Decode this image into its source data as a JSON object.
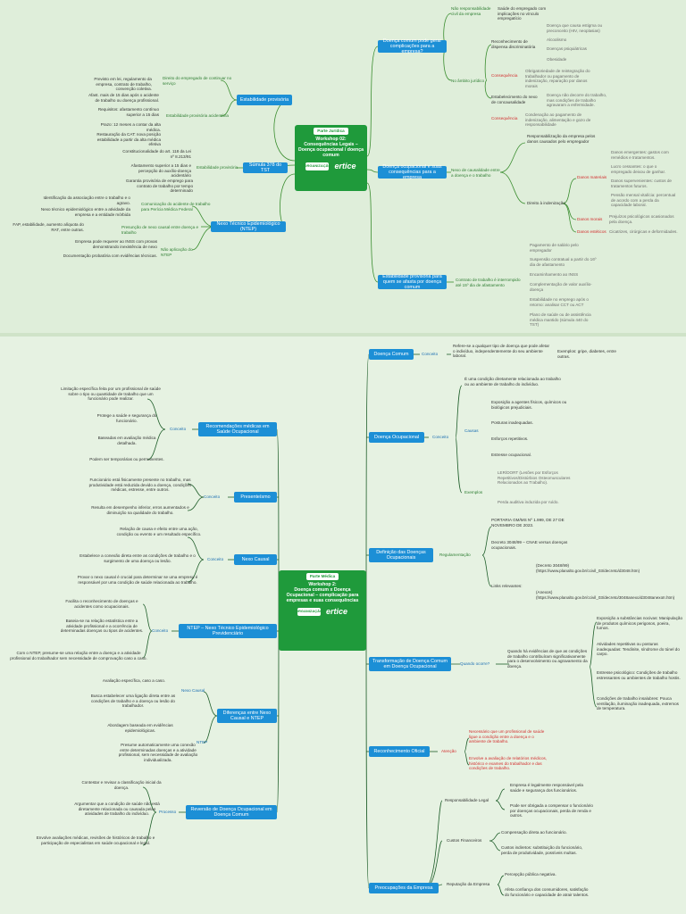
{
  "top": {
    "root": {
      "tag": "Parte Jurídica",
      "title": "Workshop 02:\nConsequências Legais – Doença ocupacional / doença comum",
      "brand": "ertice",
      "logo_text": "ORGANIZAÇÃO"
    },
    "branches": {
      "estabilidade": "Estabilidade provisória",
      "sumula": "Súmula 378 do TST",
      "ntep": "Nexo Técnico Epidemiológico (NTEP)",
      "comum": "Doença comum pode gerar complicações para a empresa?",
      "ocupacional": "Doença ocupacional e suas consequências para a empresa",
      "estab_prov": "Estabilidade provisória para quem se afasta por doença comum"
    },
    "left_items": {
      "direito_empregado": "Direito do empregado de continuar no serviço",
      "previsto": "Previsto em lei, regulamento da empresa, contrato de trabalho, convenção coletiva.",
      "estab_acidentaria": "Estabilidade provisória acidentária",
      "afast": "Afast. mais de 15 dias após o acidente de trabalho ou doença profissional.",
      "requisitos": "Requisitos: afastamento contínuo superior a 15 dias",
      "prazo": "Prazo: 12 meses a contar da alta médica.",
      "restauracao": "Restauração da CAT: nova posição estabilidade a partir da alta médica efetiva",
      "constitucionalidade": "Constitucionalidade do art. 118 da Lei nº 8.213/91",
      "estab_prov_l": "Estabilidade provisória",
      "afast_sup": "Afastamento superior a 15 dias e percepção do auxílio-doença acidentário",
      "garantia": "Garantia provisória de emprego para contrato de trabalho por tempo determinado",
      "comunicacao": "Comunicação do acidente de trabalho para Perícia Médica Federal",
      "identificacao": "Identificação da associação entre o trabalho e o agravo.",
      "nexo_tecnico": "Nexo técnico epidemiológico entre a atividade da empresa e a entidade mórbida",
      "presuncao": "Presunção de nexo causal entre doença e trabalho",
      "fap": "FAP, estabilidade, aumento alíquota do RAT, entre outras.",
      "nao_aplicacao": "Não aplicação do NTEP",
      "empresa_prova": "Empresa pode requerer ao INSS com provas demonstrando inexistência de nexo",
      "documentacao": "Documentação probatória com evidências técnicas."
    },
    "right_items": {
      "nao_resp": "Não responsabilidade civil da empresa",
      "saude": "Saúde do empregado com implicações no vínculo empregatício",
      "no_ambito": "No âmbito jurídico",
      "reconhecimento": "Reconhecimento de dispensa discriminatória",
      "doencas_estigma": "Doença que causa estigma ou preconceito (HIV, neoplasias)",
      "alcoolismo": "Alcoolismo",
      "doencas_psiq": "Doenças psiquiátricas",
      "obesidade": "Obesidade",
      "consequencia1": "Consequência",
      "obrigatoriedade": "Obrigatoriedade de reintegração do trabalhador ou pagamento de indenização, reparação por danos morais",
      "estabelecimento": "Estabelecimento do nexo de concausalidade",
      "doenca_agravada": "Doença não decorre do trabalho, mas condições de trabalho agravaram a enfermidade.",
      "consequencia2": "Consequência",
      "condenacao": "Condenação ao pagamento de indenização, alimentação e gozo de responsabilidade",
      "nexo_causal": "Nexo de causalidade entre a doença e o trabalho",
      "responsabilizacao": "Responsabilização da empresa pelos danos causados pelo empregador",
      "direito_indenizacao": "Direito à indenização",
      "danos_materiais": "Danos materiais",
      "despesas_medicas": "Danos emergentes: gastos com remédios e tratamentos.",
      "lucros_cessantes": "Lucro cessantes: o que o empregado deixou de ganhar.",
      "danos_superveniencia": "Danos supervenientes: custos de tratamentos futuros.",
      "pensao": "Pensão mensal vitalícia: percentual de acordo com a perda da capacidade laboral.",
      "danos_morais": "Danos morais",
      "prejuizos": "Prejuízos psicológicos ocasionados pela doença.",
      "danos_esteticos": "Danos estéticos",
      "cicatrizes": "Cicatrizes, cirúrgicas e deformidades.",
      "contrato_suspenso": "Contrato de trabalho é interrompido até 15º dia de afastamento",
      "pagamento_salario": "Pagamento de salário pelo empregador",
      "suspensao": "Suspensão contratual a partir do 16º dia de afastamento",
      "encaminhamento": "Encaminhamento ao INSS",
      "complementacao": "Complementação de valor auxílio-doença",
      "estabilidade_retorno": "Estabilidade no emprego após o retorno: analisar CCT ou ACT",
      "plano_saude": "Plano de saúde ou de assistência médica mantido (súmula 440 do TST)"
    }
  },
  "bottom": {
    "root": {
      "tag": "Parte Médica",
      "title": "Workshop 2:\nDoença comum x Doença Ocupacional – complicação para empresas e suas consequências",
      "brand": "ertice",
      "logo_text": "ORGANIZAÇÃO"
    },
    "left_branches": {
      "recomendacoes": "Recomendações médicas em Saúde Ocupacional",
      "presenteismo": "Presenteísmo",
      "nexo_causal": "Nexo Causal",
      "ntep": "NTEP – Nexo Técnico Epidemiológico Previdenciário",
      "diferencas": "Diferenças entre Nexo Causal e NTEP",
      "reversao": "Reversão de Doença Ocupacional em Doença Comum"
    },
    "left_connectors": {
      "conceito1": "Conceito",
      "conceito2": "Conceito",
      "conceito3": "Conceito",
      "conceito4": "Conceito",
      "nexo_causal_sub": "Nexo Causal",
      "ntep_sub": "NTEP",
      "processo": "Processo"
    },
    "left_texts": {
      "limitacao": "Limitação específica feita por um profissional de saúde sobre o tipo ou quantidade de trabalho que um funcionário pode realizar.",
      "protege": "Protege a saúde e segurança do funcionário.",
      "baseadas": "Baseadas em avaliação médica detalhada.",
      "podem_ser": "Podem ser temporárias ou permanentes.",
      "funcionario": "Funcionário está fisicamente presente no trabalho, mas produtividade está reduzida devido a doença, condições médicas, estresse, entre outros.",
      "resulta": "Resulta em desempenho inferior, erros aumentados e diminuição na qualidade do trabalho.",
      "relacao": "Relação de causa e efeito entre uma ação, condição ou evento e um resultado específico.",
      "estabelece": "Estabelece a conexão direta entre as condições de trabalho e o surgimento de uma doença ou lesão.",
      "provar": "Provar o nexo causal é crucial para determinar se uma empresa é responsável por uma condição de saúde relacionada ao trabalho.",
      "facilita": "Facilita o reconhecimento de doenças e acidentes como ocupacionais.",
      "baseia": "Baseia-se na relação estatística entre a atividade profissional e a ocorrência de determinadas doenças ou tipos de acidentes.",
      "com_ntep": "Com o NTEP, presume-se uma relação entre a doença e a atividade profissional do trabalhador sem necessidade de comprovação caso a caso.",
      "avaliacao": "Avaliação específica, caso a caso.",
      "busca": "Busca estabelecer uma ligação direta entre as condições de trabalho e a doença ou lesão do trabalhador.",
      "abordagem": "Abordagem baseada em evidências epidemiológicas.",
      "presume": "Presume automaticamente uma conexão entre determinadas doenças e a atividade profissional, sem necessidade de avaliação individualizada.",
      "contestar": "Contestar e revisar a classificação inicial da doença.",
      "argumentar": "Argumentar que a condição de saúde não está diretamente relacionada ou causada pelas atividades de trabalho do indivíduo.",
      "envolve": "Envolve avaliações médicas, revisões de históricos de trabalho e participação de especialistas em saúde ocupacional e legal."
    },
    "right_branches": {
      "doenca_comum": "Doença Comum",
      "doenca_ocupacional": "Doença Ocupacional",
      "definicao": "Definição das Doenças Ocupacionais",
      "transformacao": "Transformação de Doença Comum em Doença Ocupacional",
      "reconhecimento": "Reconhecimento Oficial",
      "preocupacoes": "Preocupações da Empresa"
    },
    "right_connectors": {
      "conceito_dc": "Conceito",
      "conceito_do": "Conceito",
      "causas": "Causas",
      "exemplos": "Exemplos",
      "regulamentacao": "Regulamentação",
      "quando": "Quando ocorre?",
      "atencao": "Atenção",
      "responsabilidade": "Responsabilidade Legal",
      "custos": "Custos Financeiros",
      "reputacao": "Reputação da Empresa"
    },
    "right_texts": {
      "refere": "Refere-se a qualquer tipo de doença que pode afetar o indivíduo, independentemente do seu ambiente laboral.",
      "exemplos_dc": "Exemplos: gripe, diabetes, entre outras.",
      "condicao": "É uma condição diretamente relacionada ao trabalho ou ao ambiente de trabalho do indivíduo.",
      "exposicao": "Exposição a agentes físicos, químicos ou biológicos prejudiciais.",
      "posturas": "Posturas inadequadas.",
      "esforcos": "Esforços repetitivos.",
      "estresse": "Estresse ocupacional.",
      "ler_dort": "LER/DORT (Lesões por Esforços Repetitivos/Distúrbios Osteomusculares Relacionados ao Trabalho).",
      "perda_auditiva": "Perda auditiva induzida por ruído.",
      "portaria": "PORTARIA GM/MS Nº 1.999, DE 27 DE NOVEMBRO DE 2023.",
      "decreto": "Decreto 3048/99 – CNAE versus doenças ocupacionais.",
      "links": "Links relevantes:",
      "link1": "(Decreto 3048/99) (https://www.planalto.gov.br/ccivil_03/decreto/d3048.htm)",
      "link2": "(Anexos) (https://www.planalto.gov.br/ccivil_03/decreto/3048anexo/d3048anexoII.htm)",
      "quando_ha": "Quando há evidências de que as condições de trabalho contribuíram significativamente para o desenvolvimento ou agravamento da doença.",
      "exposicao_subst": "Exposição a substâncias nocivas: Manipulação de produtos químicos perigosos, poeira, fumos.",
      "atividades_rep": "Atividades repetitivas ou posturas inadequadas: Tendinite, síndrome do túnel do carpo.",
      "estresse_psico": "Estresse psicológico: Condições de trabalho estressantes ou ambientes de trabalho hostis.",
      "condicoes_ins": "Condições de trabalho insalubres: Pouca ventilação, iluminação inadequada, extremos de temperatura.",
      "necessario": "Necessário que um profissional de saúde ligue a condição entre a doença e o ambiente de trabalho.",
      "envolve_aval": "Envolve a avaliação de relatórios médicos, histórico e exames do trabalhador e das condições de trabalho.",
      "empresa_legal": "Empresa é legalmente responsável pela saúde e segurança dos funcionários.",
      "pode_ser": "Pode ser obrigada a compensar o funcionário por doenças ocupacionais, perda de renda e outros.",
      "compensacao": "Compensação direta ao funcionário.",
      "custos_indiretos": "Custos indiretos: substituição do funcionário, perda de produtividade, possíveis multas.",
      "percepcao": "Percepção pública negativa.",
      "afeta": "Afeta confiança dos consumidores, satisfação do funcionário e capacidade de atrair talentos."
    }
  }
}
